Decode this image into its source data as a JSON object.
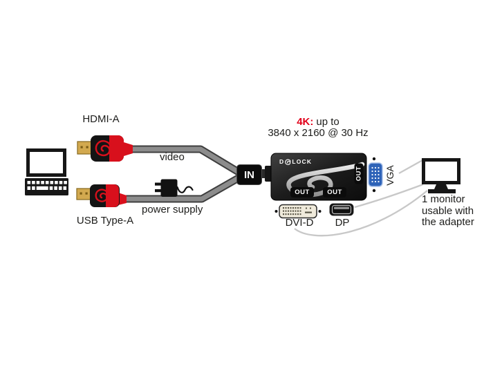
{
  "connectors": {
    "hdmi_label": "HDMI-A",
    "usb_label": "USB Type-A",
    "vga_label": "VGA",
    "dvi_label": "DVI-D",
    "dp_label": "DP"
  },
  "cables": {
    "video_label": "video",
    "power_label": "power supply"
  },
  "adapter": {
    "brand_left": "D",
    "brand_right": "LOCK",
    "in_label": "IN",
    "out_label": "OUT"
  },
  "spec": {
    "highlight": "4K:",
    "tail": "up to",
    "resolution": "3840 x 2160 @ 30 Hz"
  },
  "monitor": {
    "note_line1": "1 monitor",
    "note_line2": "usable with",
    "note_line3": "the adapter"
  },
  "colors": {
    "red": "#e2001a",
    "connector_red": "#d8101c",
    "cable_gray": "#8c8c8c",
    "cable_dark": "#3e3e3e",
    "vga_blue": "#2e63b8",
    "gold": "#d2a94f",
    "line_gray": "#c8c8c8",
    "ink": "#1d1d1b"
  }
}
